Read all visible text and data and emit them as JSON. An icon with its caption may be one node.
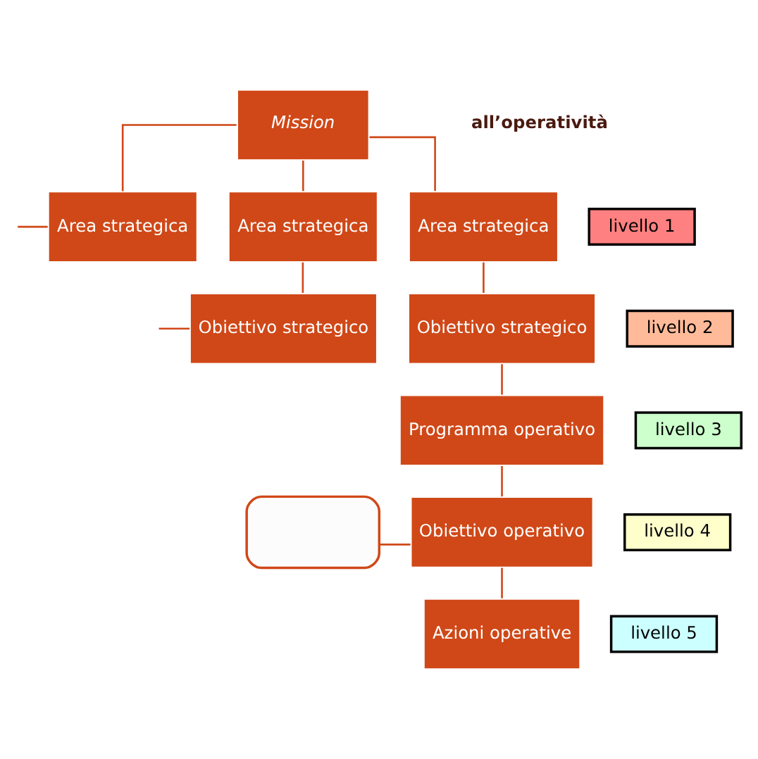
{
  "diagram": {
    "nodes": [
      {
        "text": [
          "Mission"
        ]
      },
      {
        "text": [
          "Area strategica"
        ]
      },
      {
        "text": [
          "Area strategica"
        ]
      },
      {
        "text": [
          "Area strategica"
        ]
      },
      {
        "text": [
          "Obiettivo strategico"
        ]
      },
      {
        "text": [
          "Obiettivo strategico"
        ]
      },
      {
        "text": [
          "Programma operativo"
        ]
      },
      {
        "text": [
          "Obiettivo operativo"
        ]
      },
      {
        "text": [
          "Azioni operative"
        ]
      },
      {
        "text": [
          "livello 1"
        ]
      },
      {
        "text": [
          "livello 2"
        ]
      },
      {
        "text": [
          "livello 3"
        ]
      },
      {
        "text": [
          "livello 4"
        ]
      },
      {
        "text": [
          "livello 5"
        ]
      },
      {
        "text": [],
        "shape": "box"
      }
    ],
    "edges": [
      {
        "from": 0,
        "to": 1,
        "arrow": "none"
      },
      {
        "from": 0,
        "to": 2,
        "arrow": "none"
      },
      {
        "from": 0,
        "to": 3,
        "arrow": "none"
      },
      {
        "from": 2,
        "to": 4,
        "arrow": "none"
      },
      {
        "from": 3,
        "to": 5,
        "arrow": "none"
      },
      {
        "from": 5,
        "to": 6,
        "arrow": "none"
      },
      {
        "from": 6,
        "to": 7,
        "arrow": "none"
      },
      {
        "from": 7,
        "to": 8,
        "arrow": "none"
      },
      {
        "from": 1,
        "to": null,
        "arrow": "none"
      },
      {
        "from": 4,
        "to": null,
        "arrow": "none"
      },
      {
        "from": 14,
        "to": 7,
        "arrow": "none"
      }
    ],
    "labels": [
      "all’operatività"
    ]
  }
}
